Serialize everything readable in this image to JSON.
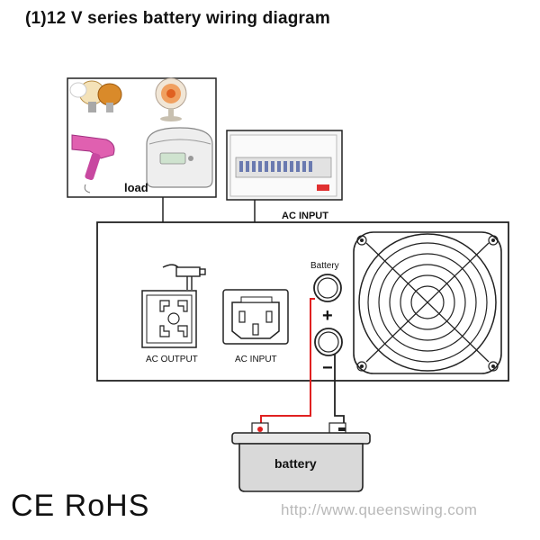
{
  "title": "(1)12 V series battery wiring diagram",
  "labels": {
    "load": "load",
    "ac_input_panel": "AC INPUT",
    "battery_terminal": "Battery",
    "plus": "+",
    "minus": "−",
    "ac_output": "AC OUTPUT",
    "ac_input_socket": "AC INPUT",
    "battery": "battery"
  },
  "certifications": "CE RoHS",
  "url": "http://www.queenswing.com",
  "colors": {
    "positive_wire": "#e02020",
    "negative_wire": "#222222",
    "outline": "#222222",
    "battery_body": "#d9d9d9"
  },
  "icons": [
    "light-bulb-icon",
    "space-heater-icon",
    "hair-dryer-icon",
    "rice-cooker-icon",
    "breaker-panel-icon",
    "fan-grille-icon",
    "plug-icon"
  ]
}
